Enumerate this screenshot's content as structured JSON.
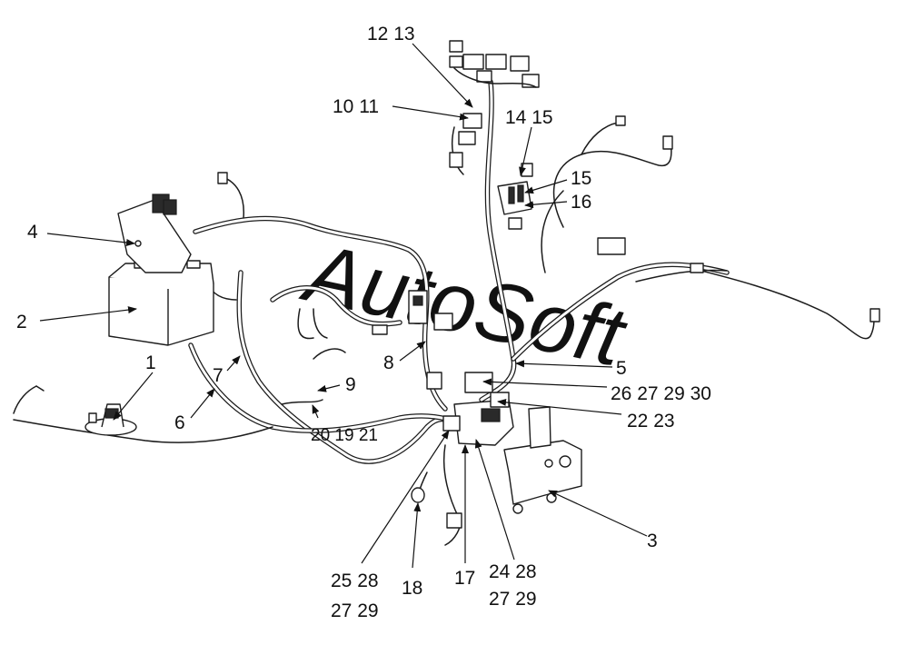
{
  "watermark": "AutoSoft",
  "callouts": {
    "c1": "1",
    "c2": "2",
    "c3": "3",
    "c4": "4",
    "c5": "5",
    "c6": "6",
    "c7": "7",
    "c8": "8",
    "c9": "9",
    "c10_11": "10 11",
    "c12_13": "12 13",
    "c14_15": "14 15",
    "c15": "15",
    "c16": "16",
    "c20_19_21": "20 19 21",
    "c26_27_29_30": "26 27 29 30",
    "c22_23": "22 23",
    "c25_28": "25 28",
    "c27_29_a": "27 29",
    "c18": "18",
    "c17": "17",
    "c24_28": "24 28",
    "c27_29_b": "27 29"
  }
}
